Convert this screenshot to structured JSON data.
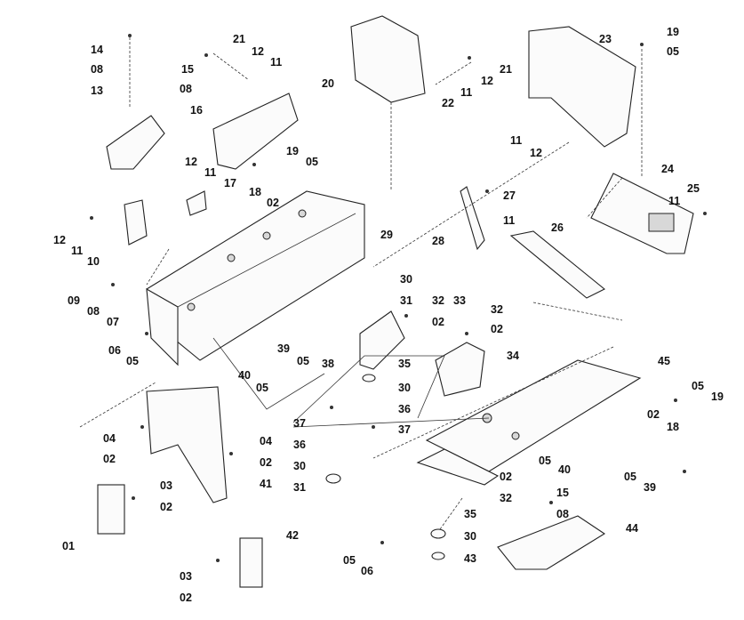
{
  "diagram": {
    "title": "",
    "background": "#ffffff",
    "ink": "#222222",
    "labels": [
      "14",
      "08",
      "15",
      "13",
      "08",
      "16",
      "21",
      "12",
      "11",
      "20",
      "22",
      "11",
      "12",
      "21",
      "23",
      "19",
      "05",
      "11",
      "12",
      "12",
      "11",
      "17",
      "19",
      "05",
      "18",
      "02",
      "24",
      "11",
      "25",
      "27",
      "11",
      "26",
      "28",
      "29",
      "12",
      "11",
      "10",
      "09",
      "08",
      "07",
      "30",
      "31",
      "32",
      "33",
      "02",
      "32",
      "02",
      "06",
      "05",
      "39",
      "05",
      "38",
      "35",
      "34",
      "40",
      "05",
      "30",
      "36",
      "37",
      "45",
      "05",
      "19",
      "02",
      "18",
      "04",
      "02",
      "04",
      "02",
      "41",
      "37",
      "36",
      "30",
      "31",
      "02",
      "05",
      "40",
      "05",
      "39",
      "32",
      "03",
      "02",
      "01",
      "03",
      "02",
      "42",
      "15",
      "08",
      "44",
      "35",
      "30",
      "43",
      "05",
      "06"
    ]
  }
}
